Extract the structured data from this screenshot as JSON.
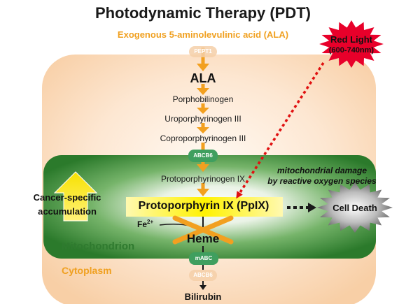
{
  "title": "Photodynamic Therapy (PDT)",
  "source_compound": "Exogenous 5-aminolevulinic acid (ALA)",
  "light": {
    "label": "Red Light",
    "wavelength": "(600-740nm)"
  },
  "transporters": {
    "pept1": "PEPT1",
    "abcb6_upper": "ABCB6",
    "mabc": "mABC",
    "abcb6_lower": "ABCB6"
  },
  "pathway": {
    "ala": "ALA",
    "porphobilinogen": "Porphobilinogen",
    "uroporphyrinogen": "Uroporphyrinogen III",
    "coproporphyrinogen": "Coproporphyrinogen III",
    "protoporphyrinogen": "Protoporphyrinogen IX",
    "ppix": "Protoporphyrin IX (PpIX)",
    "heme": "Heme",
    "bilirubin": "Bilirubin"
  },
  "iron": {
    "symbol": "Fe",
    "charge": "2+"
  },
  "damage": {
    "line1": "mitochondrial damage",
    "line2": "by reactive oxygen species"
  },
  "accumulation": {
    "line1": "Cancer-specific",
    "line2": "accumulation"
  },
  "cell_death": "Cell Death",
  "compartments": {
    "mitochondrion": "Mitochondrion",
    "cytoplasm": "Cytoplasm"
  },
  "colors": {
    "cytoplasm": "#fbe0c4",
    "mitochondrion": "#2f7d2f",
    "arrow": "#f2a020",
    "highlight": "#fff35a",
    "red_dotted": "#e01010",
    "burst": "#e8002a"
  }
}
